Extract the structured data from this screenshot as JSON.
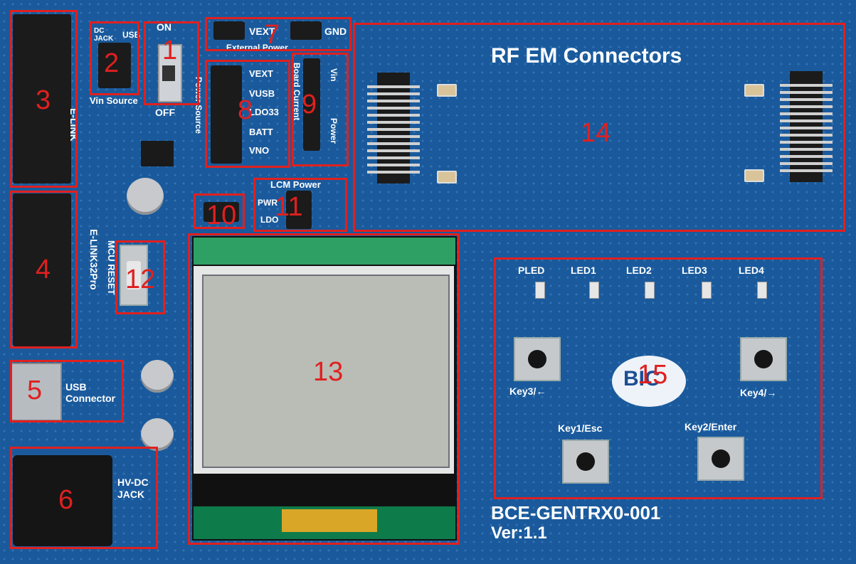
{
  "board": {
    "name": "BCE-GENTRX0-001",
    "version": "Ver:1.1",
    "pcb_color": "#1a5a9c",
    "annotation_color": "#e0201f"
  },
  "silkscreen": {
    "rf_em_connectors": "RF EM Connectors",
    "e_link": "E-LINK",
    "e_link32pro": "E-LINK32Pro",
    "mcu_reset": "MCU RESET",
    "on": "ON",
    "off": "OFF",
    "usb": "USB",
    "dc_jack": "DC JACK",
    "vin_source": "Vin Source",
    "vext_top": "VEXT",
    "gnd": "GND",
    "external_power": "External Power",
    "vext": "VEXT",
    "vusb": "VUSB",
    "ldo33": "LDO33",
    "batt": "BATT",
    "vno": "VNO",
    "power_source": "Power Source",
    "board_current": "Board Current",
    "vin": "Vin",
    "power": "Power",
    "lcm_power": "LCM Power",
    "pwr": "PWR",
    "ldo": "LDO",
    "usb_connector": "USB Connector",
    "hv_dc_jack": "HV-DC JACK",
    "pled": "PLED",
    "led1": "LED1",
    "led2": "LED2",
    "led3": "LED3",
    "led4": "LED4",
    "key1": "Key1/Esc",
    "key2": "Key2/Enter",
    "key3": "Key3/←",
    "key4": "Key4/→",
    "logo": "BIC"
  },
  "callouts": [
    "1",
    "2",
    "3",
    "4",
    "5",
    "6",
    "7",
    "8",
    "9",
    "10",
    "11",
    "12",
    "13",
    "14",
    "15"
  ]
}
